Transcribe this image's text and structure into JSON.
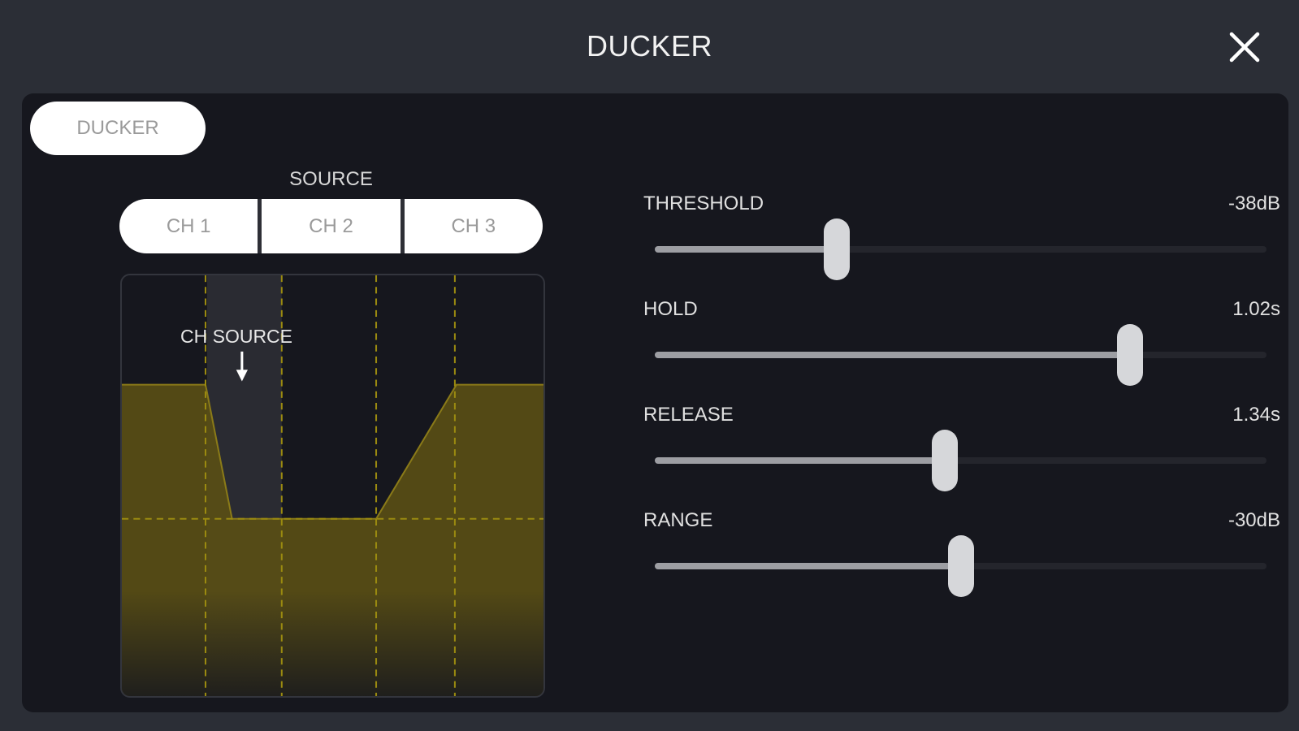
{
  "header": {
    "title": "DUCKER",
    "close_icon": "close-icon"
  },
  "tab": {
    "label": "DUCKER"
  },
  "source": {
    "label": "SOURCE",
    "options": [
      "CH 1",
      "CH 2",
      "CH 3"
    ]
  },
  "graph": {
    "annotation": "CH SOURCE",
    "arrow_icon": "arrow-down-icon",
    "accent": "#5a4f14"
  },
  "sliders": [
    {
      "label": "THRESHOLD",
      "value": "-38dB",
      "position": 0.298
    },
    {
      "label": "HOLD",
      "value": "1.02s",
      "position": 0.777
    },
    {
      "label": "RELEASE",
      "value": "1.34s",
      "position": 0.474
    },
    {
      "label": "RANGE",
      "value": "-30dB",
      "position": 0.501
    }
  ]
}
